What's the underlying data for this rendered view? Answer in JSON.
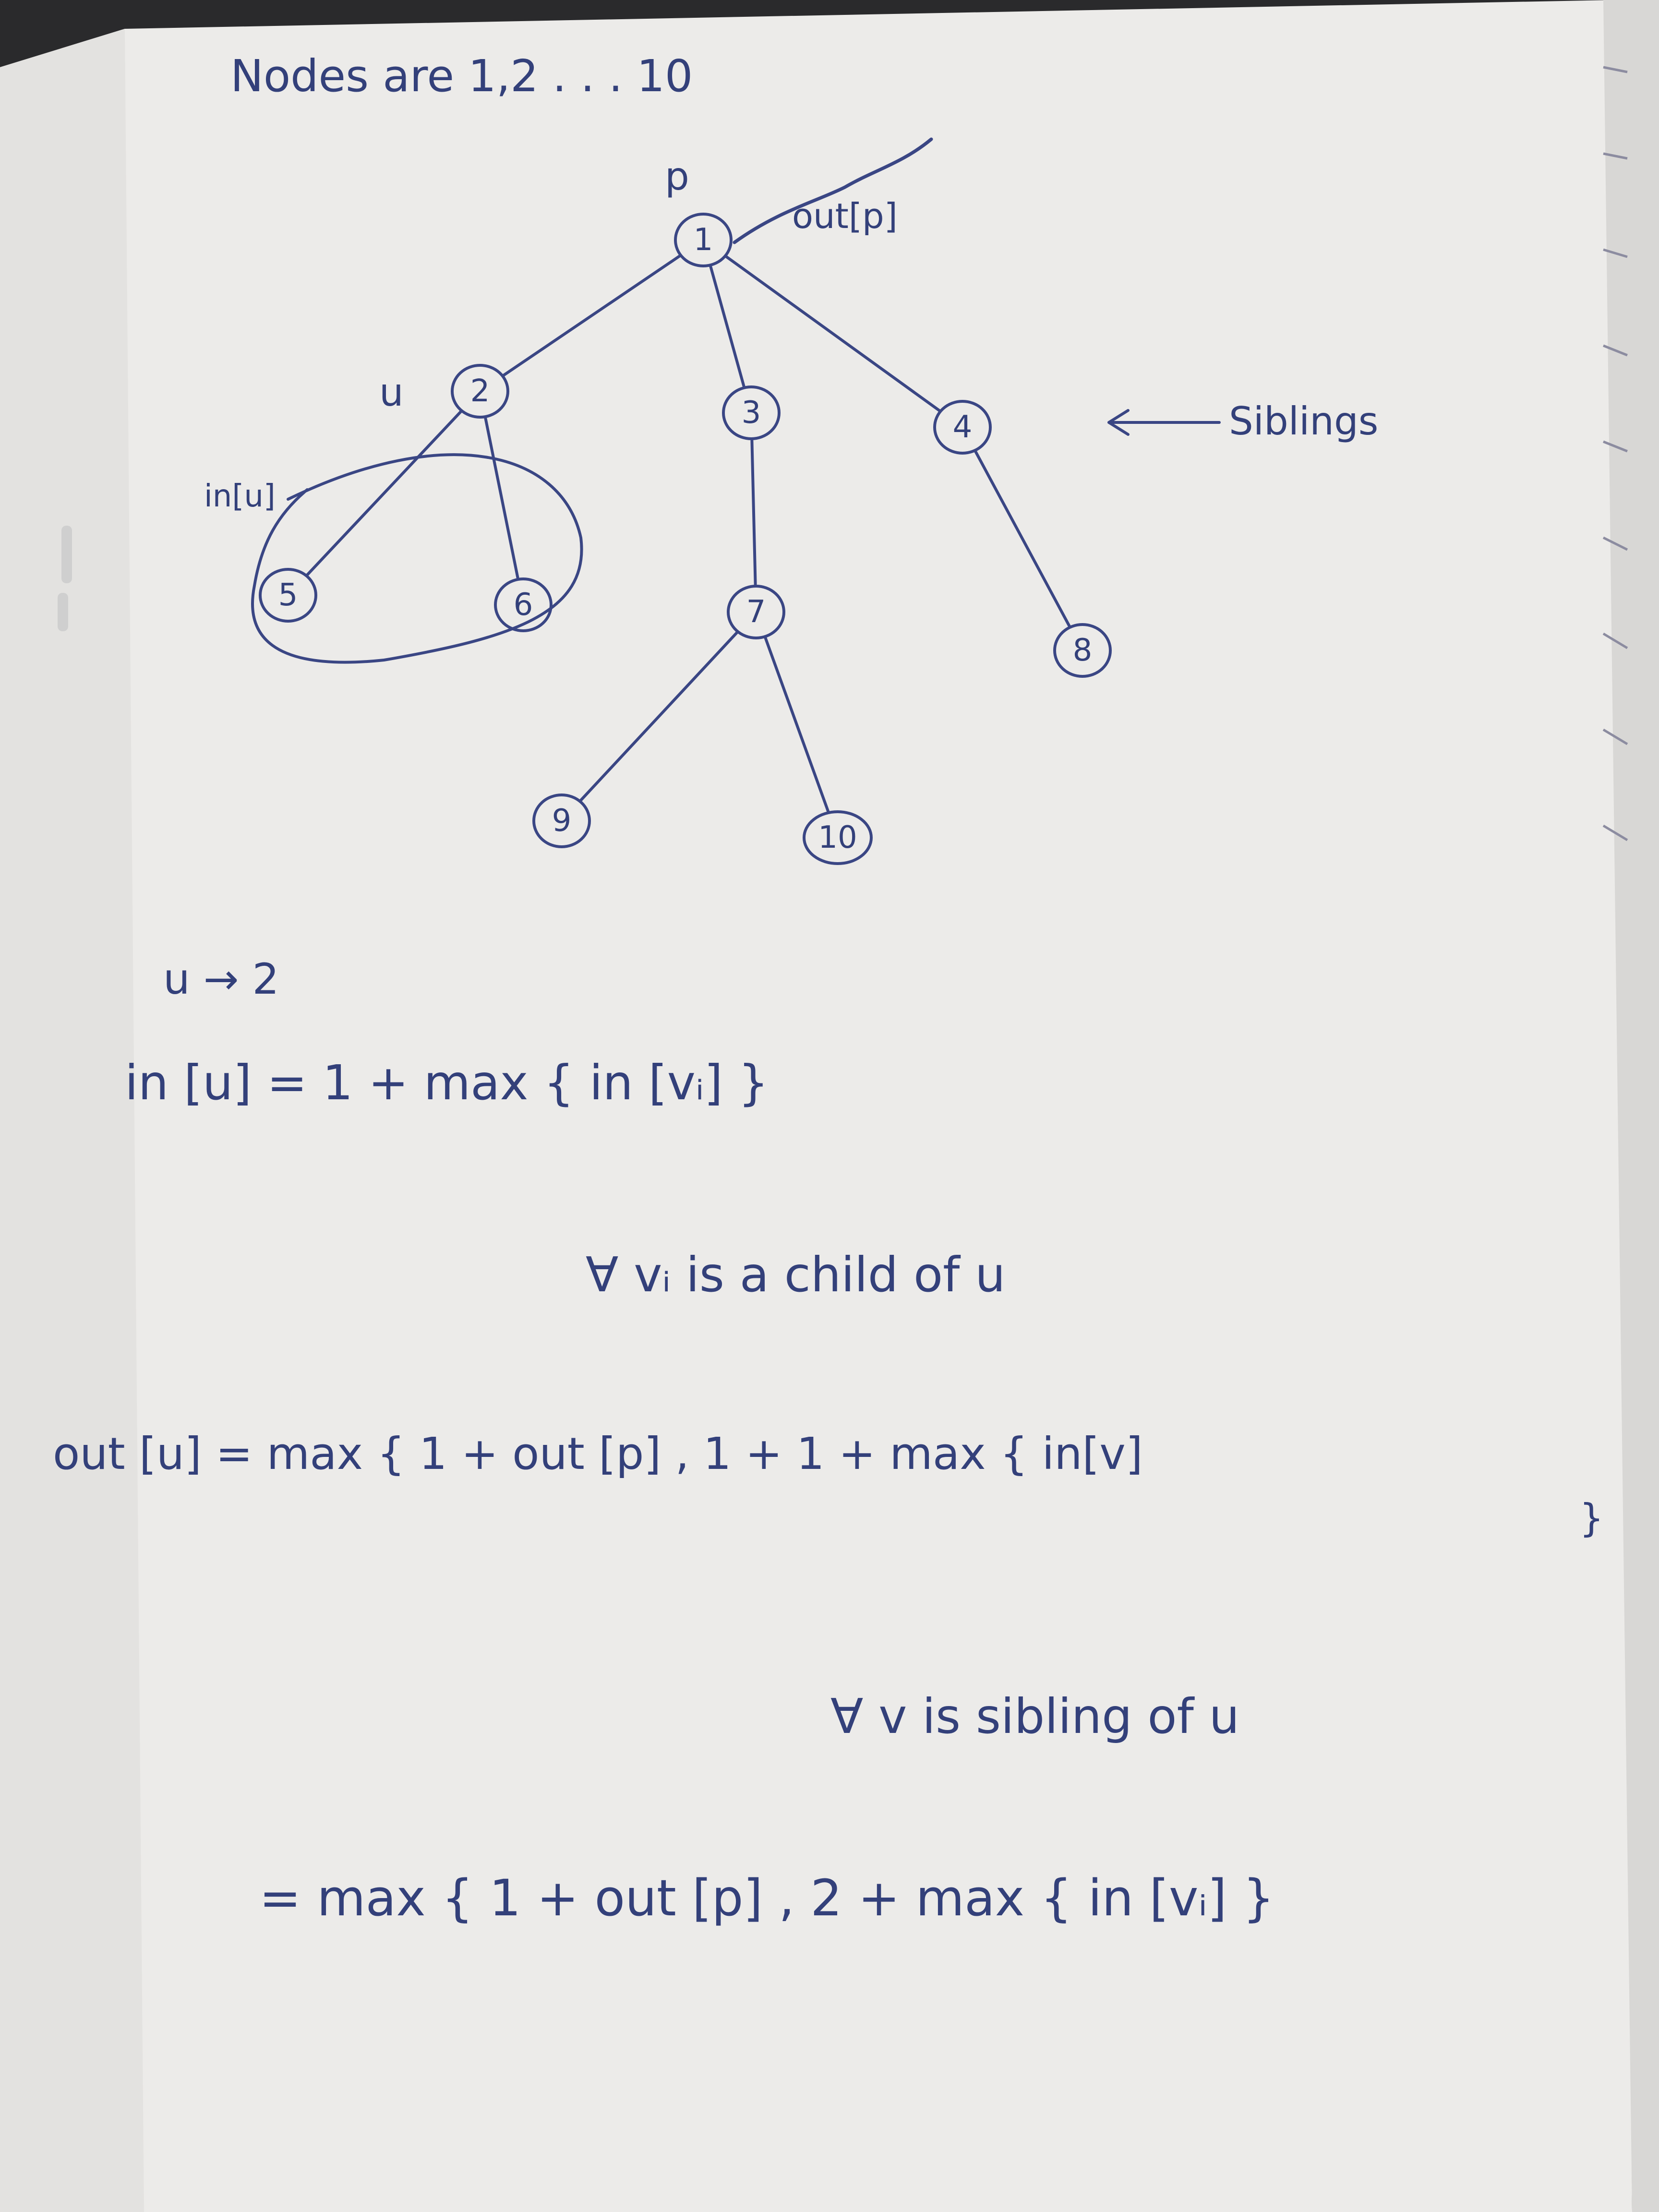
{
  "colors": {
    "ink": "#3a4684",
    "paper": "#ecebe9",
    "background": "#2a2a2c"
  },
  "header": {
    "text": "Nodes are 1,2 . . . 10"
  },
  "tree": {
    "nodes": [
      {
        "id": "1",
        "label": "1"
      },
      {
        "id": "2",
        "label": "2"
      },
      {
        "id": "3",
        "label": "3"
      },
      {
        "id": "4",
        "label": "4"
      },
      {
        "id": "5",
        "label": "5"
      },
      {
        "id": "6",
        "label": "6"
      },
      {
        "id": "7",
        "label": "7"
      },
      {
        "id": "8",
        "label": "8"
      },
      {
        "id": "9",
        "label": "9"
      },
      {
        "id": "10",
        "label": "10"
      }
    ],
    "edges": [
      {
        "from": "1",
        "to": "2"
      },
      {
        "from": "1",
        "to": "3"
      },
      {
        "from": "1",
        "to": "4"
      },
      {
        "from": "2",
        "to": "5"
      },
      {
        "from": "2",
        "to": "6"
      },
      {
        "from": "3",
        "to": "7"
      },
      {
        "from": "4",
        "to": "8"
      },
      {
        "from": "7",
        "to": "9"
      },
      {
        "from": "7",
        "to": "10"
      }
    ],
    "annotations": {
      "p": "p",
      "out_p": "out[p]",
      "u": "u",
      "in_u": "in[u]",
      "siblings": "Siblings"
    }
  },
  "notes": {
    "u_assign": "u → 2",
    "in_formula": "in [u] = 1 + max { in [vᵢ] }",
    "in_condition": "∀ vᵢ is a child of u",
    "out_formula_1": "out [u] = max { 1 + out [p] , 1 + 1 + max { in[v]",
    "out_formula_1_close": "}",
    "out_condition": "∀ v is sibling of u",
    "out_formula_2": "= max { 1 + out [p] , 2 + max { in [vᵢ] }"
  }
}
